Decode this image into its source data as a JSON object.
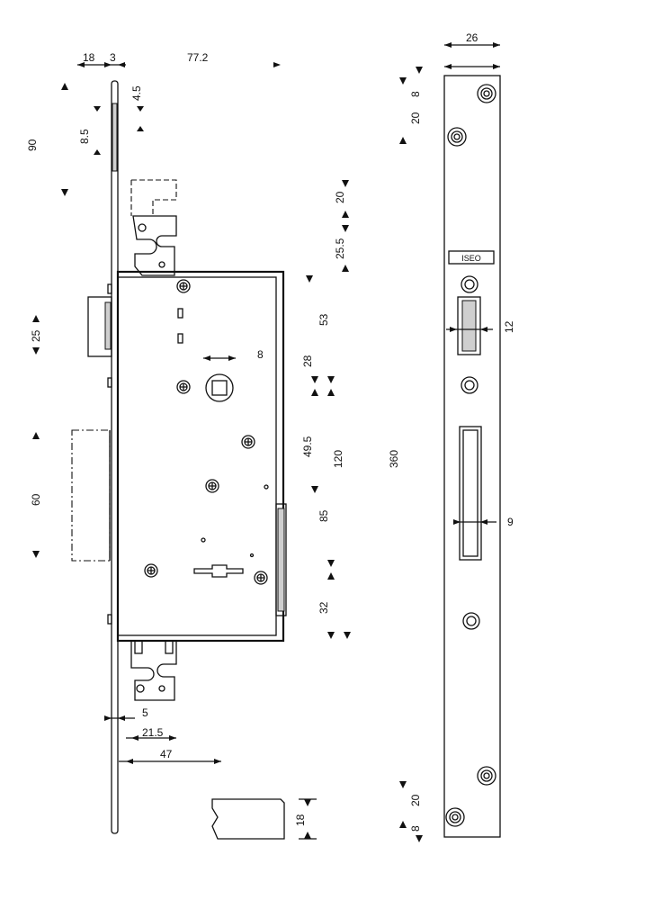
{
  "dimensions": {
    "d18_top": "18",
    "d3": "3",
    "d77_2": "77.2",
    "d4_5": "4.5",
    "d8_5": "8.5",
    "d90": "90",
    "d20_upper": "20",
    "d25_5": "25.5",
    "d53": "53",
    "d8_bolt": "8",
    "d28": "28",
    "d49_5": "49.5",
    "d120": "120",
    "d360": "360",
    "d85": "85",
    "d32": "32",
    "d5": "5",
    "d21_5": "21.5",
    "d47": "47",
    "d18_bottom": "18",
    "d25_latch": "25",
    "d60_deadbolt": "60",
    "strike_26": "26",
    "strike_8_top": "8",
    "strike_20_top": "20",
    "strike_12": "12",
    "strike_9": "9",
    "strike_20_bottom": "20",
    "strike_8_bottom": "8"
  },
  "brand_plate": "ISEO"
}
